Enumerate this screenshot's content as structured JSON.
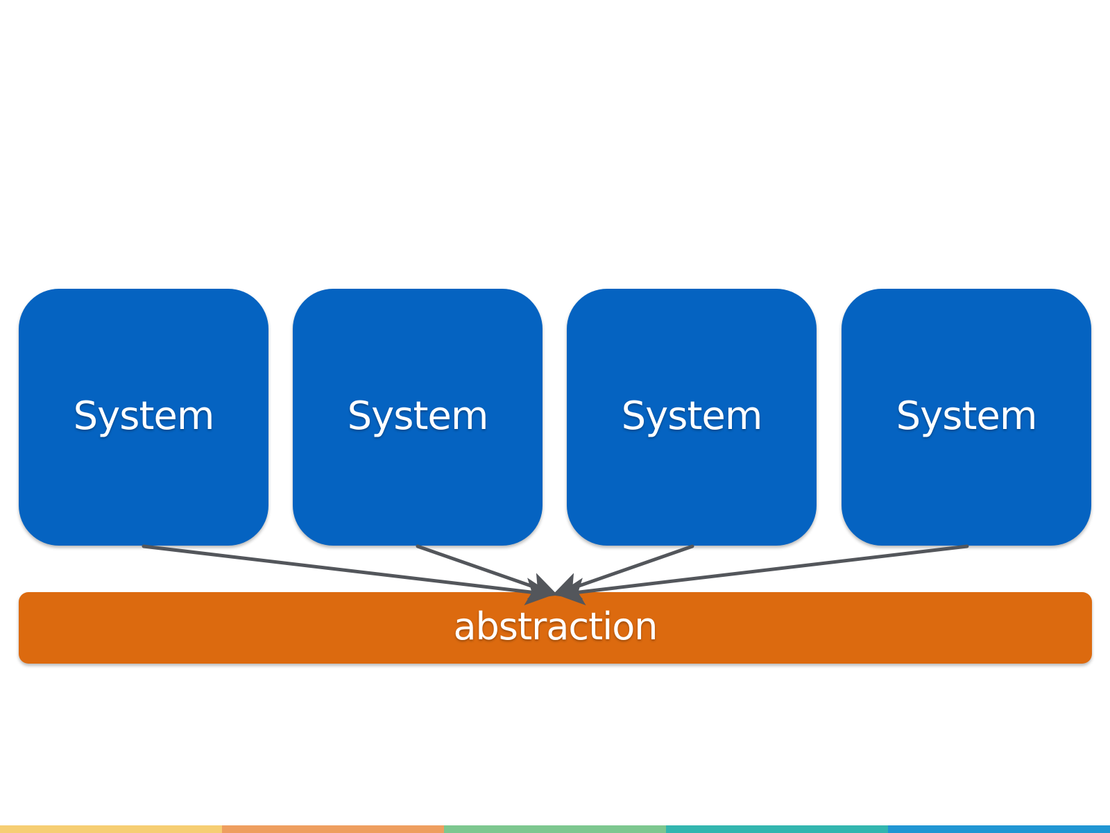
{
  "diagram": {
    "systems": [
      {
        "label": "System"
      },
      {
        "label": "System"
      },
      {
        "label": "System"
      },
      {
        "label": "System"
      }
    ],
    "abstraction": {
      "label": "abstraction"
    }
  },
  "colors": {
    "system_fill": "#0563C1",
    "abstraction_fill": "#DC6A0F",
    "arrow": "#53565B",
    "footer": [
      "#F6CE73",
      "#EE9E5F",
      "#7DC78F",
      "#33B6AF",
      "#2196D3"
    ]
  }
}
